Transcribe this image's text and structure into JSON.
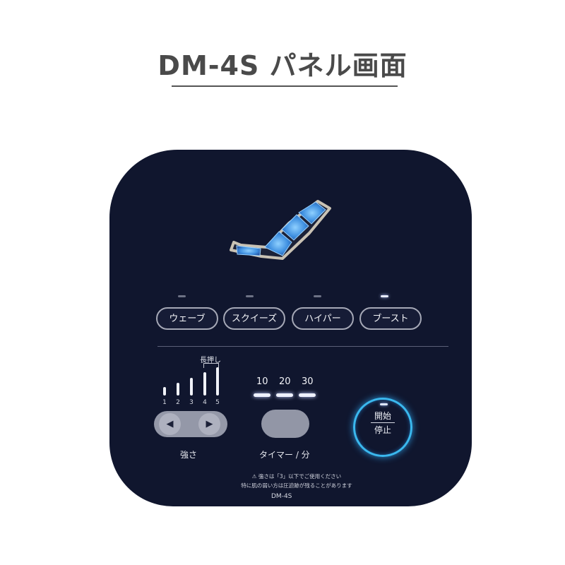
{
  "title": "DM-4S パネル画面",
  "modes": [
    {
      "label": "ウェーブ",
      "led_on": false
    },
    {
      "label": "スクイーズ",
      "led_on": false
    },
    {
      "label": "ハイパー",
      "led_on": false
    },
    {
      "label": "ブースト",
      "led_on": true
    }
  ],
  "strength": {
    "long_press_label": "長押し",
    "levels": [
      "1",
      "2",
      "3",
      "4",
      "5"
    ],
    "label": "強さ",
    "left_arrow": "◀",
    "right_arrow": "▶"
  },
  "timer": {
    "options": [
      "10",
      "20",
      "30"
    ],
    "label": "タイマー / 分"
  },
  "start_stop": {
    "top": "開始",
    "bottom": "停止"
  },
  "warning": {
    "line1": "⚠ 強さは「3」以下でご使用ください",
    "line2": "特に肌の弱い方は圧迫跡が残ることがあります"
  },
  "model": "DM-4S",
  "colors": {
    "panel": "#10162e",
    "accent_ring": "#3ab8ee",
    "title": "#4a4a4a"
  }
}
